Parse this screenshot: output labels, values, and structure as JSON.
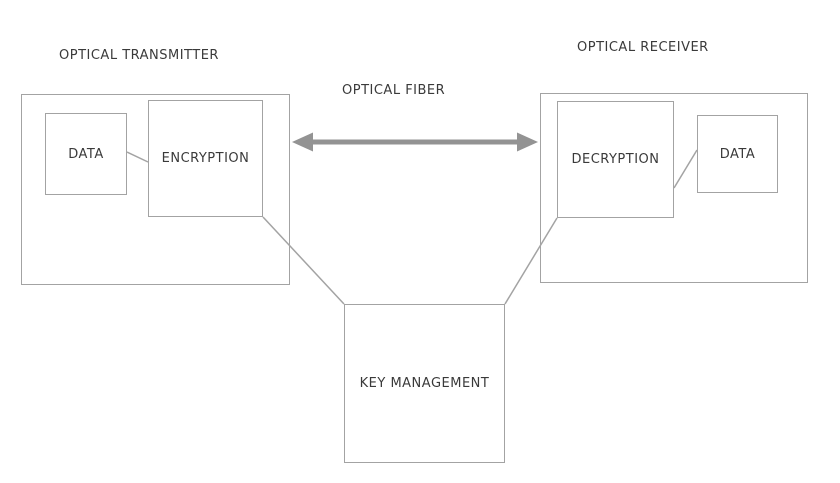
{
  "labels": {
    "transmitter": "OPTICAL TRANSMITTER",
    "receiver": "OPTICAL RECEIVER",
    "fiber": "OPTICAL FIBER"
  },
  "boxes": {
    "transmitter_data": "DATA",
    "encryption": "ENCRYPTION",
    "decryption": "DECRYPTION",
    "receiver_data": "DATA",
    "key_management": "KEY MANAGEMENT"
  },
  "colors": {
    "border": "#a3a3a3",
    "arrow": "#939393",
    "text": "#3a3a3a",
    "background": "#ffffff"
  }
}
